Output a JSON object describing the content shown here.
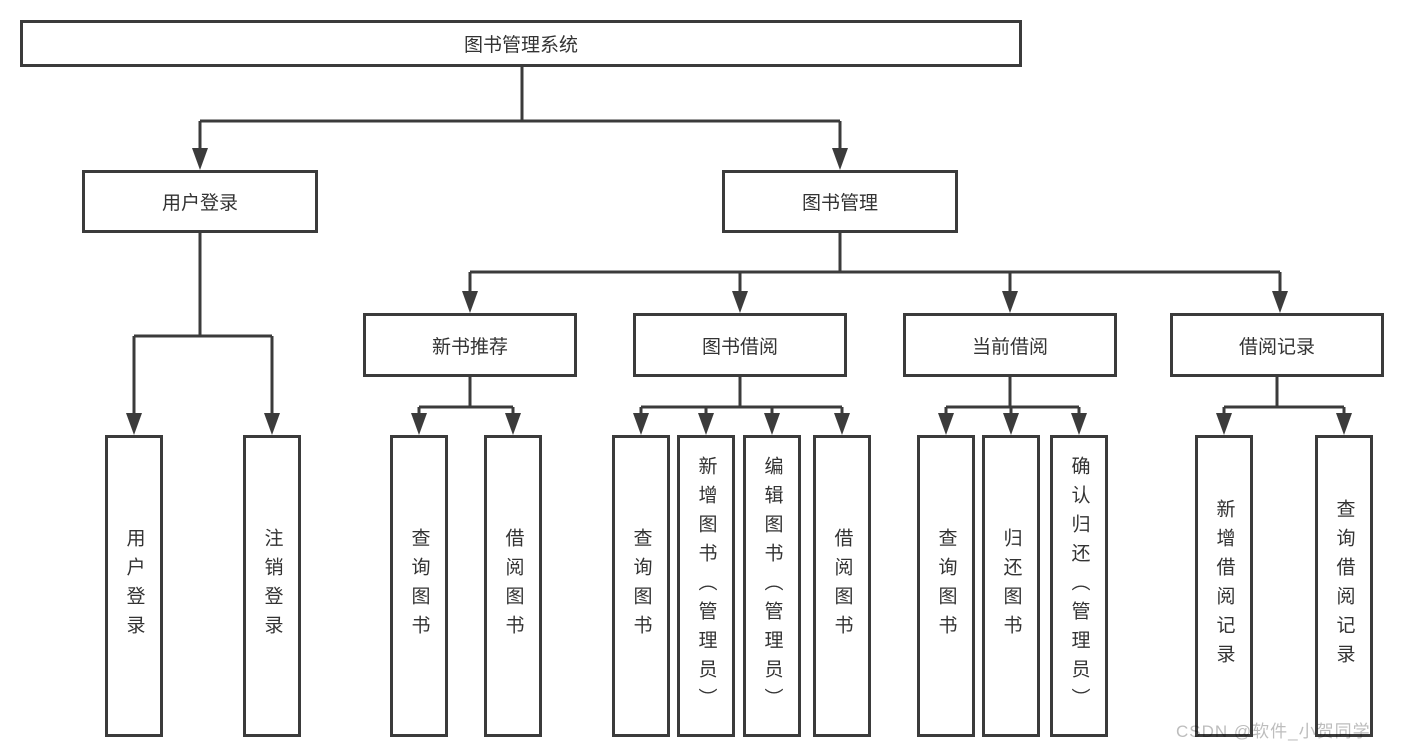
{
  "tree": {
    "label": "图书管理系统",
    "children": [
      {
        "label": "用户登录",
        "children": [
          {
            "label": "用户登录"
          },
          {
            "label": "注销登录"
          }
        ]
      },
      {
        "label": "图书管理",
        "children": [
          {
            "label": "新书推荐",
            "children": [
              {
                "label": "查询图书"
              },
              {
                "label": "借阅图书"
              }
            ]
          },
          {
            "label": "图书借阅",
            "children": [
              {
                "label": "查询图书"
              },
              {
                "label": "新增图书（管理员）"
              },
              {
                "label": "编辑图书（管理员）"
              },
              {
                "label": "借阅图书"
              }
            ]
          },
          {
            "label": "当前借阅",
            "children": [
              {
                "label": "查询图书"
              },
              {
                "label": "归还图书"
              },
              {
                "label": "确认归还（管理员）"
              }
            ]
          },
          {
            "label": "借阅记录",
            "children": [
              {
                "label": "新增借阅记录"
              },
              {
                "label": "查询借阅记录"
              }
            ]
          }
        ]
      }
    ]
  },
  "watermark": "CSDN @软件_小贺同学",
  "colors": {
    "line": "#3b3b3b",
    "text": "#333333",
    "watermark": "#bdbdbd",
    "background": "#ffffff"
  }
}
